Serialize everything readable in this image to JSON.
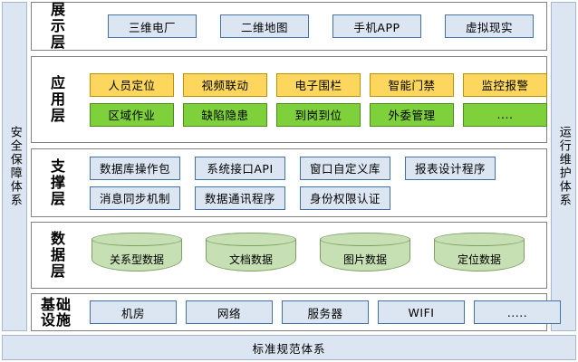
{
  "bands": {
    "left": {
      "label": "安全保障体系"
    },
    "right": {
      "label": "运行维护体系"
    },
    "bottom": {
      "label": "标准规范体系"
    }
  },
  "layers": [
    {
      "id": "presentation",
      "title": "展示层",
      "rows": [
        {
          "style": "blue",
          "items": [
            {
              "label": "三维电厂"
            },
            {
              "label": "二维地图"
            },
            {
              "label": "手机APP"
            },
            {
              "label": "虚拟现实"
            }
          ]
        }
      ]
    },
    {
      "id": "application",
      "title": "应用层",
      "rows": [
        {
          "style": "yellow",
          "items": [
            {
              "label": "人员定位"
            },
            {
              "label": "视频联动"
            },
            {
              "label": "电子围栏"
            },
            {
              "label": "智能门禁"
            },
            {
              "label": "监控报警"
            }
          ]
        },
        {
          "style": "green",
          "items": [
            {
              "label": "区域作业"
            },
            {
              "label": "缺陷隐患"
            },
            {
              "label": "到岗到位"
            },
            {
              "label": "外委管理"
            },
            {
              "label": "...."
            }
          ]
        }
      ]
    },
    {
      "id": "support",
      "title": "支撑层",
      "rows": [
        {
          "style": "blue",
          "items": [
            {
              "label": "数据库操作包"
            },
            {
              "label": "系统接口API"
            },
            {
              "label": "窗口自定义库"
            },
            {
              "label": "报表设计程序"
            }
          ]
        },
        {
          "style": "blue",
          "items": [
            {
              "label": "消息同步机制"
            },
            {
              "label": "数据通讯程序"
            },
            {
              "label": "身份权限认证"
            }
          ]
        }
      ]
    },
    {
      "id": "data",
      "title": "数据层",
      "rows": [
        {
          "style": "cylinder",
          "items": [
            {
              "label": "关系型数据"
            },
            {
              "label": "文档数据"
            },
            {
              "label": "图片数据"
            },
            {
              "label": "定位数据"
            }
          ]
        }
      ]
    },
    {
      "id": "infrastructure",
      "title": "基础设施",
      "title_lines": [
        "基础",
        "设施"
      ],
      "rows": [
        {
          "style": "blue",
          "items": [
            {
              "label": "机房"
            },
            {
              "label": "网络"
            },
            {
              "label": "服务器"
            },
            {
              "label": "WIFI"
            },
            {
              "label": "....."
            }
          ]
        }
      ]
    }
  ],
  "colors": {
    "band_fill": "#dce6f2",
    "band_border": "#a6b8cf",
    "layer_border": "#808080",
    "blue_fill": "#dce6f2",
    "blue_border": "#4472a8",
    "yellow_fill": "#fdd75d",
    "yellow_border": "#bf9000",
    "green_fill": "#7fd13b",
    "green_border": "#4f8a1d",
    "cylinder_fill": "#c6e0b4",
    "cylinder_border": "#7f9f67"
  }
}
